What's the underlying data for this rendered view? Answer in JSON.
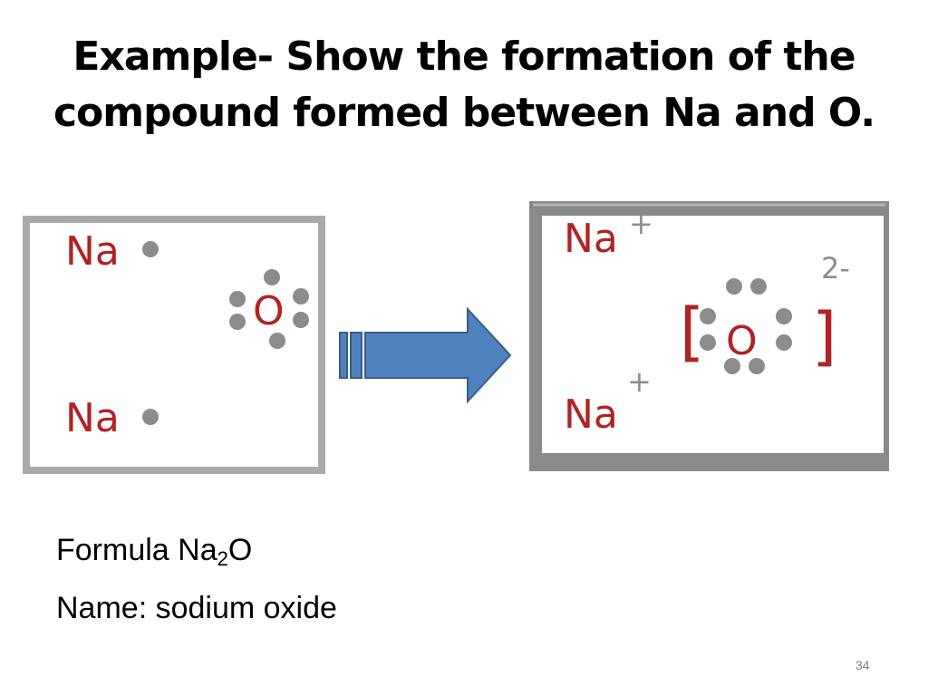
{
  "slide": {
    "title_line1": "Example- Show the formation of the",
    "title_line2": "compound formed between Na and O.",
    "page_number": "34"
  },
  "reactants": {
    "na_top": "Na",
    "na_bottom": "Na",
    "oxygen": "O"
  },
  "product": {
    "na_top": "Na",
    "na_top_charge": "+",
    "na_bottom": "Na",
    "na_bottom_charge": "+",
    "oxygen": "O",
    "bracket_left": "[",
    "bracket_right": "]",
    "oxide_charge": "2-"
  },
  "formula": {
    "label": "Formula Na",
    "subscript": "2",
    "suffix": "O"
  },
  "name_line": "Name: sodium oxide",
  "colors": {
    "element_symbol": "#b22222",
    "electron_dot": "#8c8c8c",
    "charge": "#8c8c8c",
    "box_border": "#aaaaaa",
    "arrow_fill": "#4f81bd",
    "arrow_stroke": "#385d8a"
  }
}
